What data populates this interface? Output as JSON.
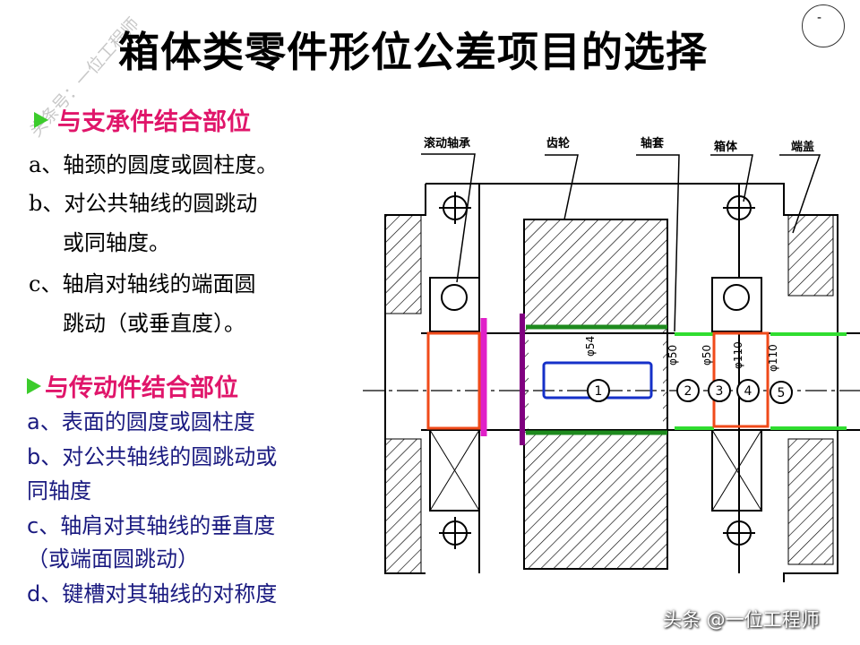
{
  "title": "箱体类零件形位公差项目的选择",
  "watermark": "头条号：一位工程师",
  "logo_text": "-",
  "section1": {
    "heading": "与支承件结合部位",
    "items": [
      "a、轴颈的圆度或圆柱度。",
      "b、对公共轴线的圆跳动",
      "或同轴度。",
      "c、轴肩对轴线的端面圆",
      "跳动（或垂直度）。"
    ]
  },
  "section2": {
    "heading": "与传动件结合部位",
    "items": [
      "a、表面的圆度或圆柱度",
      "b、对公共轴线的圆跳动或",
      "同轴度",
      "c、轴肩对其轴线的垂直度",
      "（或端面圆跳动）",
      "d、键槽对其轴线的对称度"
    ]
  },
  "drawing": {
    "labels": [
      "滚动轴承",
      "齿轮",
      "轴套",
      "箱体",
      "端盖"
    ],
    "dimensions": [
      "φ54",
      "φ50",
      "φ50",
      "φ110",
      "φ110"
    ],
    "markers": [
      "1",
      "2",
      "3",
      "4",
      "5"
    ]
  },
  "footer": "头条 @一位工程师"
}
